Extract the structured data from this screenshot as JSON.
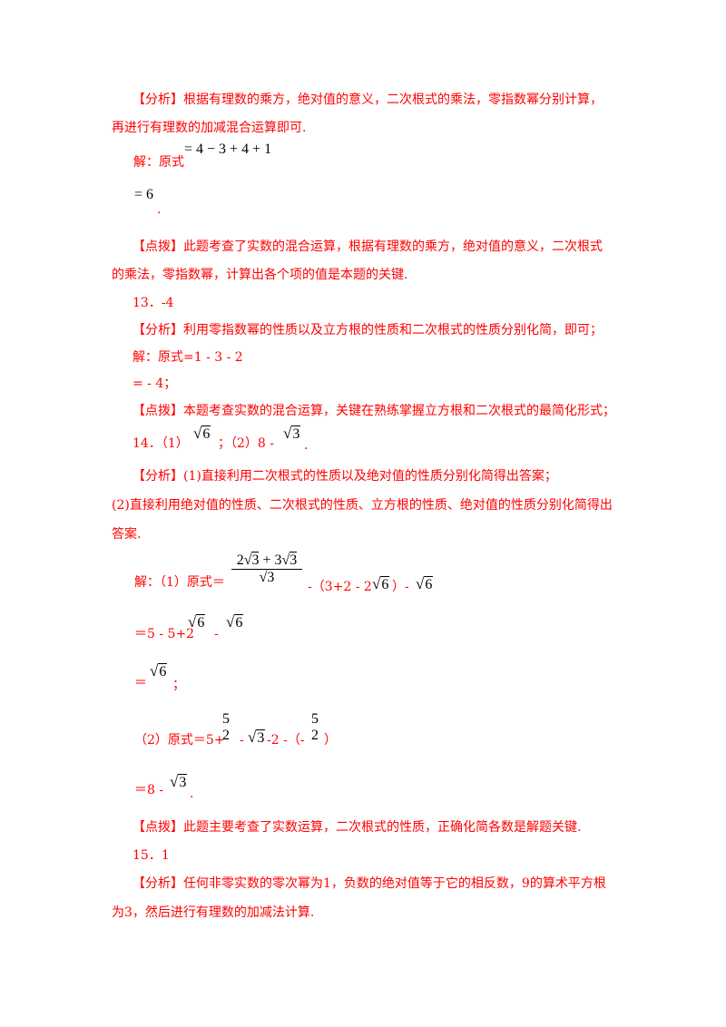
{
  "document": {
    "q12": {
      "analysis_label": "【分析】",
      "analysis_line1": "根据有理数的乘方，绝对值的意义，二次根式的乘法，零指数幂分别计算，",
      "analysis_line2": "再进行有理数的加减混合运算即可.",
      "solution_label": "解：原式",
      "solution_expr1": "= 4 − 3 + 4 + 1",
      "solution_expr2": "= 6",
      "solution_end": ".",
      "tip_label": "【点拨】",
      "tip_line1": "此题考查了实数的混合运算，根据有理数的乘方，绝对值的意义，二次根式",
      "tip_line2": "的乘法，零指数幂，计算出各个项的值是本题的关键."
    },
    "q13": {
      "number": "13．-4",
      "analysis_label": "【分析】",
      "analysis_line1": "利用零指数幂的性质以及立方根的性质和二次根式的性质分别化简，即可；",
      "solution_line1": "解：原式=1 - 3 - 2",
      "solution_line2": "= - 4；",
      "tip_label": "【点拨】",
      "tip_line1": "本题考查实数的混合运算，关键在熟练掌握立方根和二次根式的最简化形式；"
    },
    "q14": {
      "number": "14．（1）",
      "ans1_radicand": "6",
      "sep": "；（2）8 -",
      "ans2_radicand": "3",
      "end": ".",
      "analysis_label": "【分析】",
      "analysis_line1": "(1)直接利用二次根式的性质以及绝对值的性质分别化简得出答案；",
      "analysis_line2": "(2)直接利用绝对值的性质、二次根式的性质、立方根的性质、绝对值的性质分别化简得出",
      "analysis_line3": "答案.",
      "sol1_prefix": "解：（1）原式＝",
      "sol1_frac_num_a": "2",
      "sol1_frac_num_rad_a": "3",
      "sol1_frac_num_plus": " + 3",
      "sol1_frac_num_rad_b": "3",
      "sol1_frac_den_rad": "3",
      "sol1_mid": "-（3+2 - 2",
      "sol1_mid_rad": "6",
      "sol1_close": "）-",
      "sol1_end_rad": "6",
      "sol1_step2_prefix": "＝5 - 5+2",
      "sol1_step2_rad": "6",
      "sol1_step2_minus": "-",
      "sol1_step2_rad2": "6",
      "sol1_step3_prefix": "＝",
      "sol1_step3_rad": "6",
      "sol1_step3_end": "；",
      "sol2_prefix": "（2）原式＝5+",
      "sol2_frac1_num": "5",
      "sol2_frac1_den": "2",
      "sol2_minus": "-",
      "sol2_rad": "3",
      "sol2_mid": "-2 -（-",
      "sol2_frac2_num": "5",
      "sol2_frac2_den": "2",
      "sol2_close": "）",
      "sol2_step2_prefix": "＝8 -",
      "sol2_step2_rad": "3",
      "sol2_step2_end": ".",
      "tip_label": "【点拨】",
      "tip_line1": "此题主要考查了实数运算，二次根式的性质，正确化简各数是解题关键."
    },
    "q15": {
      "number": "15．1",
      "analysis_label": "【分析】",
      "analysis_line1": "任何非零实数的零次幂为1，负数的绝对值等于它的相反数，9的算术平方根",
      "analysis_line2": "为3，然后进行有理数的加减法计算."
    }
  }
}
